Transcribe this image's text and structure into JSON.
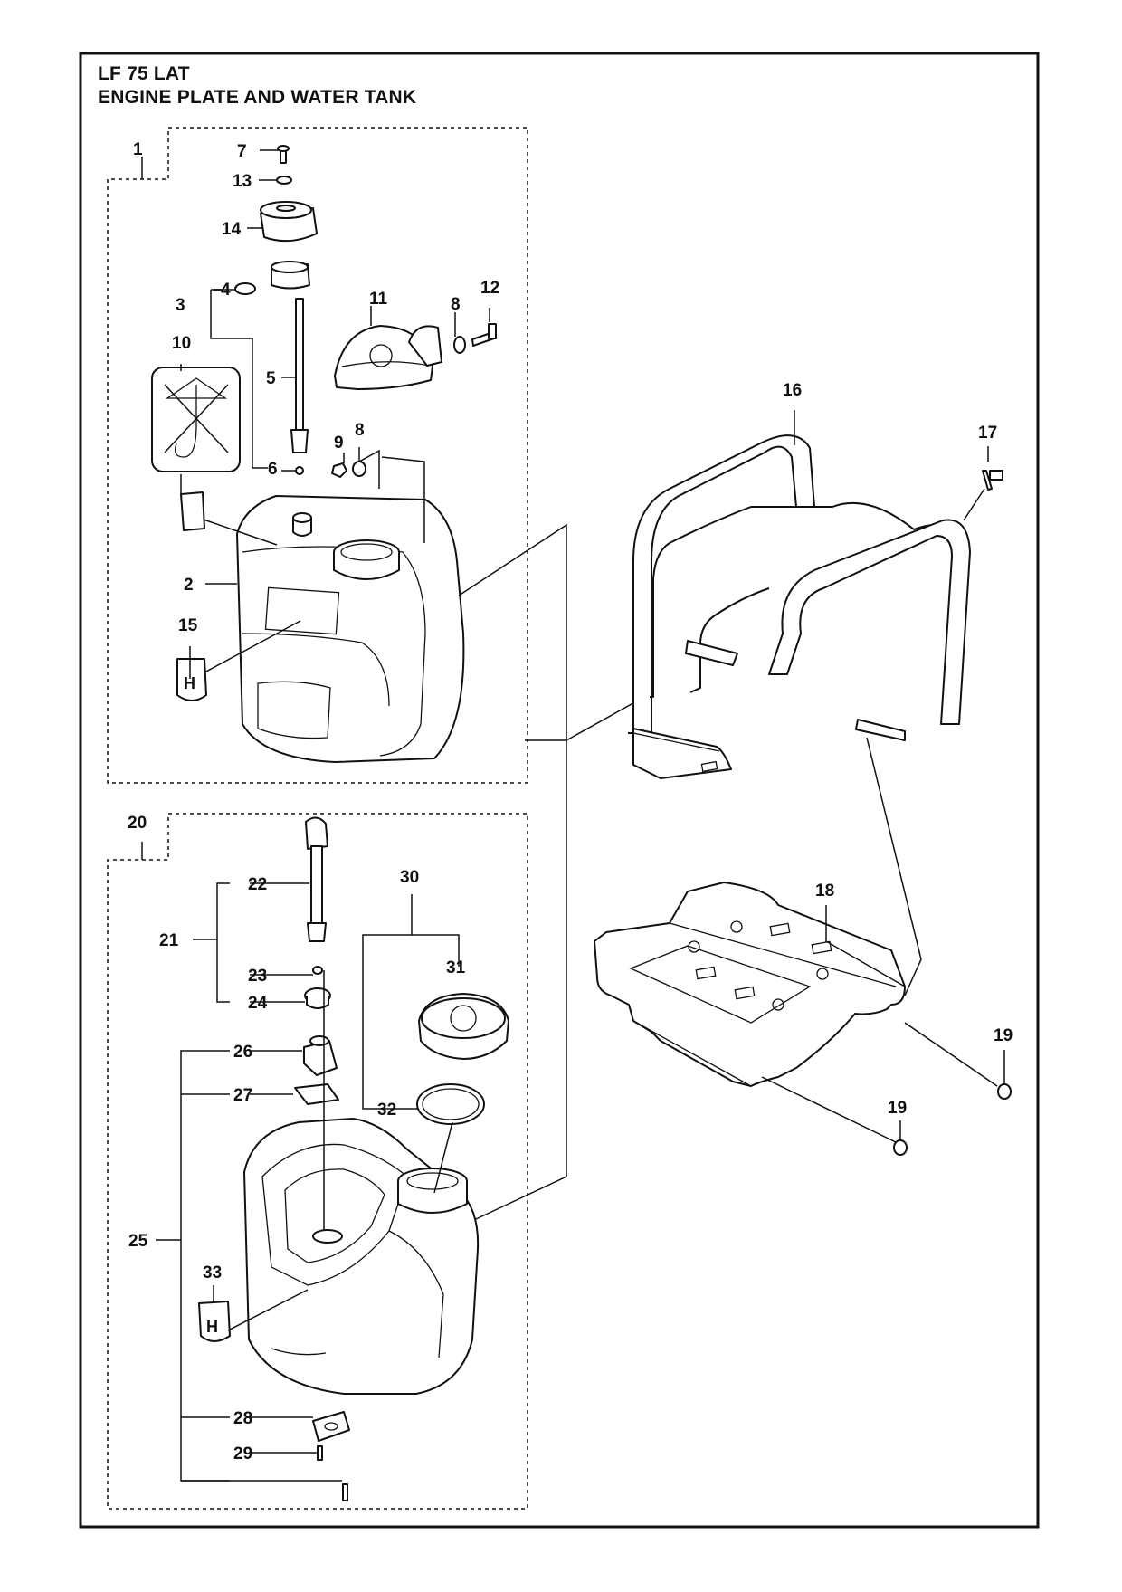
{
  "header": {
    "model": "LF 75 LAT",
    "section_title": "ENGINE PLATE AND WATER TANK"
  },
  "callouts": {
    "c1": "1",
    "c2": "2",
    "c3": "3",
    "c4": "4",
    "c5": "5",
    "c6": "6",
    "c7": "7",
    "c8a": "8",
    "c8b": "8",
    "c9": "9",
    "c10": "10",
    "c11": "11",
    "c12": "12",
    "c13": "13",
    "c14": "14",
    "c15": "15",
    "c16": "16",
    "c17": "17",
    "c18": "18",
    "c19a": "19",
    "c19b": "19",
    "c20": "20",
    "c21": "21",
    "c22": "22",
    "c23": "23",
    "c24": "24",
    "c25": "25",
    "c26": "26",
    "c27": "27",
    "c28": "28",
    "c29": "29",
    "c30": "30",
    "c31": "31",
    "c32": "32",
    "c33": "33"
  }
}
